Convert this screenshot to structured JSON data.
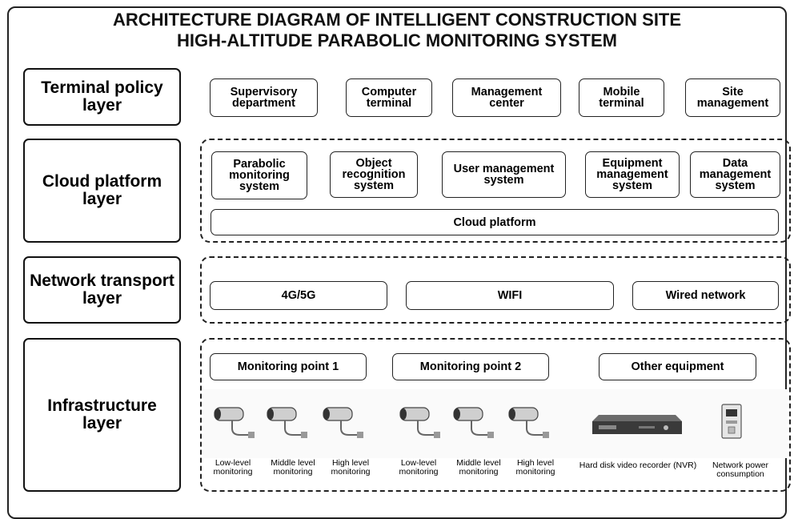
{
  "title": {
    "line1": "ARCHITECTURE DIAGRAM OF INTELLIGENT CONSTRUCTION SITE",
    "line2": "HIGH-ALTITUDE PARABOLIC MONITORING SYSTEM"
  },
  "layers": {
    "terminal": "Terminal policy layer",
    "cloud": "Cloud platform layer",
    "network": "Network transport layer",
    "infrastructure": "Infrastructure layer"
  },
  "terminal": {
    "supervisory": "Supervisory department",
    "computer": "Computer terminal",
    "management": "Management center",
    "mobile": "Mobile terminal",
    "site": "Site management"
  },
  "cloud": {
    "parabolic": "Parabolic monitoring system",
    "object": "Object recognition system",
    "user": "User management system",
    "equipment": "Equipment management system",
    "data": "Data management system",
    "platform": "Cloud platform"
  },
  "network": {
    "g45": "4G/5G",
    "wifi": "WIFI",
    "wired": "Wired network"
  },
  "infrastructure": {
    "point1": "Monitoring point 1",
    "point2": "Monitoring point 2",
    "other": "Other equipment",
    "low1": "Low-level monitoring",
    "mid1": "Middle level monitoring",
    "high1": "High level monitoring",
    "low2": "Low-level monitoring",
    "mid2": "Middle level monitoring",
    "high2": "High level monitoring",
    "nvr": "Hard disk video recorder (NVR)",
    "power": "Network power consumption"
  },
  "icons": {
    "camera": "camera-icon",
    "nvr": "nvr-icon",
    "meter": "power-meter-icon"
  },
  "colors": {
    "line": "#222222",
    "camera_body": "#c9c9c9",
    "nvr_body": "#3a3a3a"
  }
}
